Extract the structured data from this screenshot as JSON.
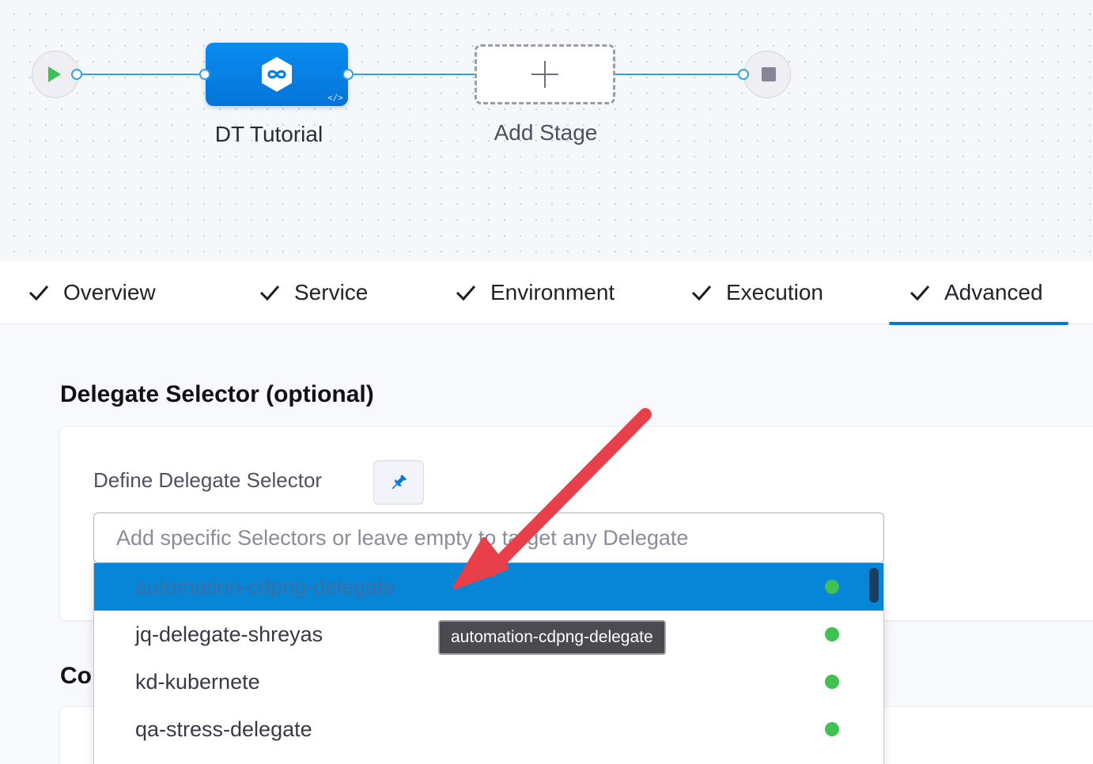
{
  "pipeline": {
    "stage_name": "DT Tutorial",
    "add_stage_label": "Add Stage",
    "stage_icon": "continuous-delivery-hex-icon",
    "start_icon": "play-icon",
    "end_icon": "stop-icon"
  },
  "tabs": [
    {
      "label": "Overview",
      "completed": true
    },
    {
      "label": "Service",
      "completed": true
    },
    {
      "label": "Environment",
      "completed": true
    },
    {
      "label": "Execution",
      "completed": true
    },
    {
      "label": "Advanced",
      "completed": true,
      "active": true
    }
  ],
  "delegate_selector": {
    "section_title": "Delegate Selector (optional)",
    "field_label": "Define Delegate Selector",
    "pin_icon": "pin-icon",
    "input_value": "",
    "placeholder": "Add specific Selectors or leave empty to target any Delegate",
    "options": [
      {
        "label": "automation-cdpng-delegate",
        "status_color": "#3fc251",
        "highlighted": true
      },
      {
        "label": "jq-delegate-shreyas",
        "status_color": "#3fc251"
      },
      {
        "label": "kd-kubernete",
        "status_color": "#3fc251"
      },
      {
        "label": "qa-stress-delegate",
        "status_color": "#3fc251"
      }
    ],
    "tooltip": "automation-cdpng-delegate"
  },
  "next_section": {
    "title_visible": "Co"
  },
  "colors": {
    "accent": "#0278d5",
    "connector": "#2fa3e6",
    "annotation_arrow": "#e8404a"
  }
}
